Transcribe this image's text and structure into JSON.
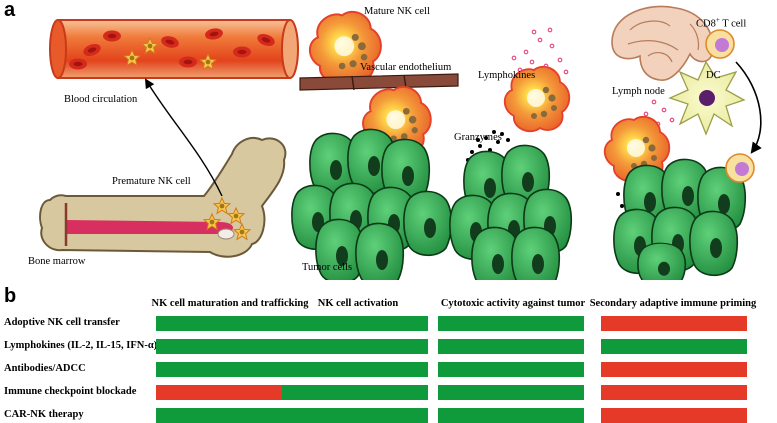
{
  "panel_a": {
    "label": "a",
    "labels": {
      "blood_circulation": "Blood circulation",
      "premature_nk": "Premature NK cell",
      "bone_marrow": "Bone marrow",
      "mature_nk": "Mature NK cell",
      "vascular_endothelium": "Vascular endothelium",
      "tumor_cells": "Tumor cells",
      "lymphokines": "Lymphokines",
      "granzymes": "Granzymes",
      "lymph_node": "Lymph node",
      "cd8_t_cell": "CD8",
      "cd8_sup": "+",
      "cd8_suffix": " T cell",
      "dc": "DC"
    }
  },
  "panel_b": {
    "label": "b",
    "columns": [
      "NK cell maturation and trafficking",
      "NK cell  activation",
      "Cytotoxic activity against tumor",
      "Secondary adaptive immune priming"
    ],
    "rows": [
      {
        "label": "Adoptive NK cell transfer",
        "effects": [
          "positive",
          "positive",
          "positive",
          "negative"
        ]
      },
      {
        "label": "Lymphokines (IL-2, IL-15, IFN-α)",
        "effects": [
          "positive",
          "positive",
          "positive",
          "positive"
        ]
      },
      {
        "label": "Antibodies/ADCC",
        "effects": [
          "positive",
          "positive",
          "positive",
          "negative"
        ]
      },
      {
        "label": "Immune checkpoint blockade",
        "effects": [
          "negative",
          "positive",
          "positive",
          "negative"
        ]
      },
      {
        "label": "CAR-NK therapy",
        "effects": [
          "positive",
          "positive",
          "positive",
          "negative"
        ]
      }
    ],
    "colors": {
      "positive": "#0f9a3c",
      "negative": "#e53a28"
    }
  }
}
